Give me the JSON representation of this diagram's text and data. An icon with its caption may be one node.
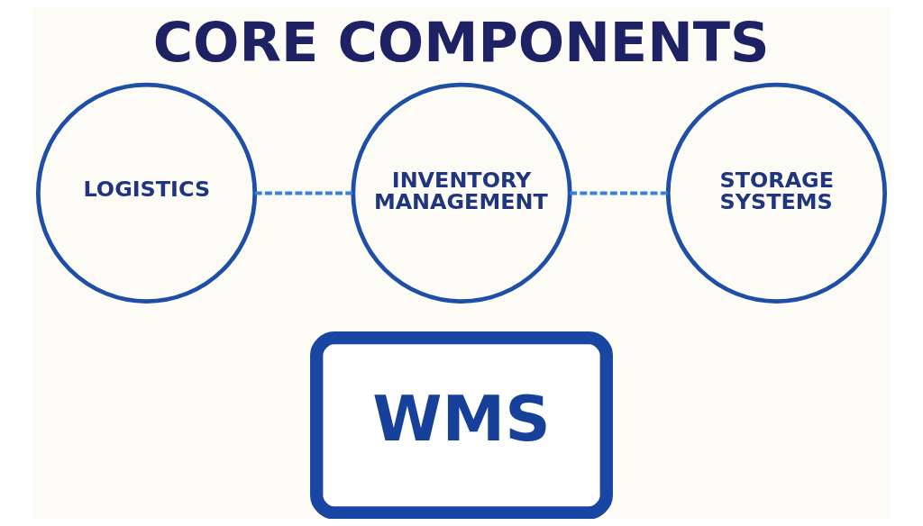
{
  "diagram": {
    "title": "CORE COMPONENTS",
    "nodes": [
      {
        "text": [
          "INVENTORY MANAGEMENT"
        ]
      },
      {
        "text": [
          "LOGISTICS"
        ]
      },
      {
        "text": [
          "WMS"
        ]
      },
      {
        "text": [
          "STORAGE SYSTEMS"
        ]
      }
    ],
    "edges": [
      {
        "from": 1,
        "to": 0,
        "arrow": "none",
        "style": "dashed"
      },
      {
        "from": 0,
        "to": 3,
        "arrow": "none",
        "style": "dashed"
      }
    ]
  }
}
